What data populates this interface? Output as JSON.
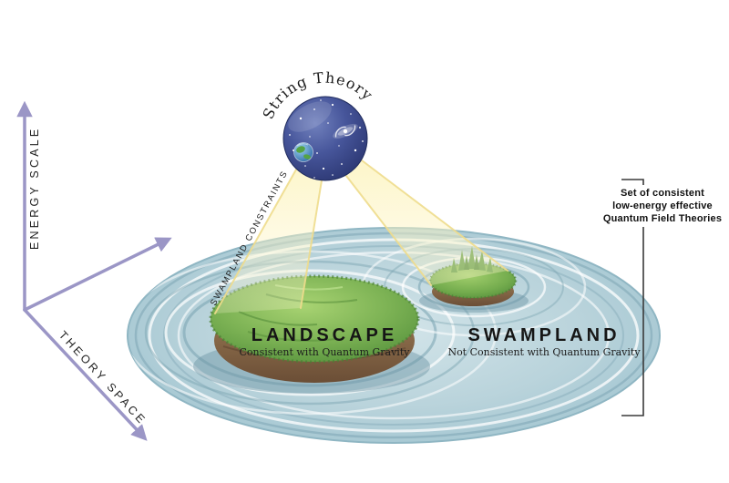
{
  "figure": {
    "sphere_label": "String Theory",
    "beam_label": "SWAMPLAND CONSTRAINTS",
    "axes": {
      "y_label": "ENERGY SCALE",
      "x_label": "THEORY SPACE"
    },
    "landscape": {
      "title": "LANDSCAPE",
      "subtitle": "Consistent with Quantum Gravity"
    },
    "swampland": {
      "title": "SWAMPLAND",
      "subtitle": "Not Consistent with Quantum Gravity"
    },
    "annotation": {
      "line1": "Set of consistent",
      "line2": "low-energy effective",
      "line3": "Quantum Field Theories"
    },
    "colors": {
      "axis_purple": "#9b96c6",
      "water_blue": "#b7d2da",
      "grass_green": "#6fa84c",
      "dirt_brown": "#8a6847",
      "beam_yellow": "#faf0bb",
      "sphere_blue": "#35417d",
      "text_dark": "#161616"
    }
  }
}
